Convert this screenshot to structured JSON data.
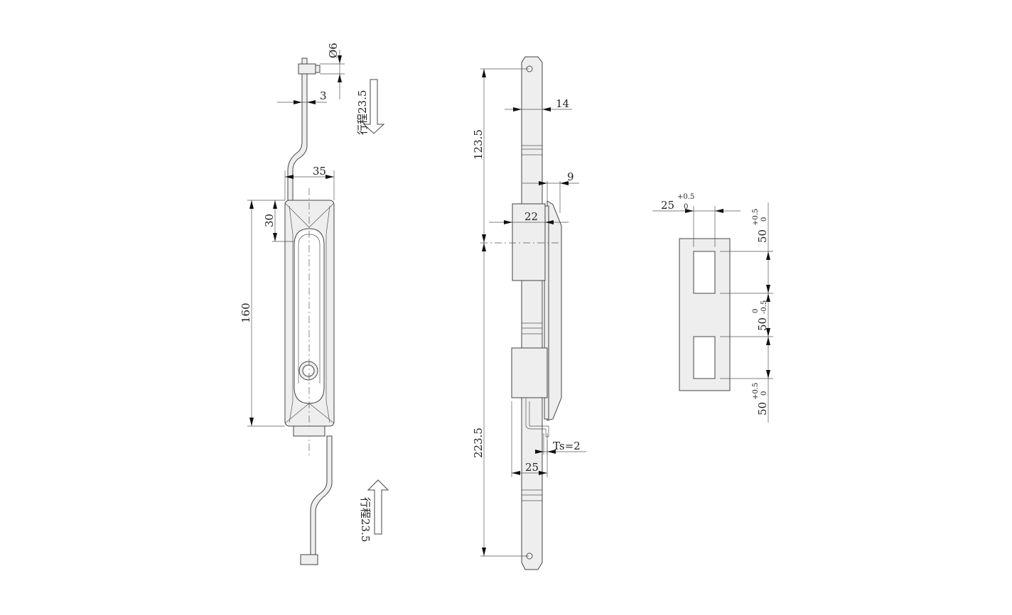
{
  "front_view": {
    "pin_diameter": "Ø6",
    "rod_thickness": "3",
    "handle_width": "35",
    "top_offset": "30",
    "handle_height": "160",
    "stroke_top": "行程23.5",
    "stroke_bottom": "行程23.5"
  },
  "side_view": {
    "upper_length": "123.5",
    "bar_width": "14",
    "handle_depth": "9",
    "block_width": "22",
    "lower_length": "223.5",
    "panel_thickness": "Ts=2",
    "base_depth": "25"
  },
  "cutout_view": {
    "width": "25",
    "width_tol_upper": "+0.5",
    "width_tol_lower": "0",
    "top_height": "50",
    "top_tol_upper": "+0.5",
    "top_tol_lower": "0",
    "mid_height": "50",
    "mid_tol_upper": "0",
    "mid_tol_lower": "-0.5",
    "bottom_height": "50",
    "bottom_tol_upper": "+0.5",
    "bottom_tol_lower": "0"
  }
}
